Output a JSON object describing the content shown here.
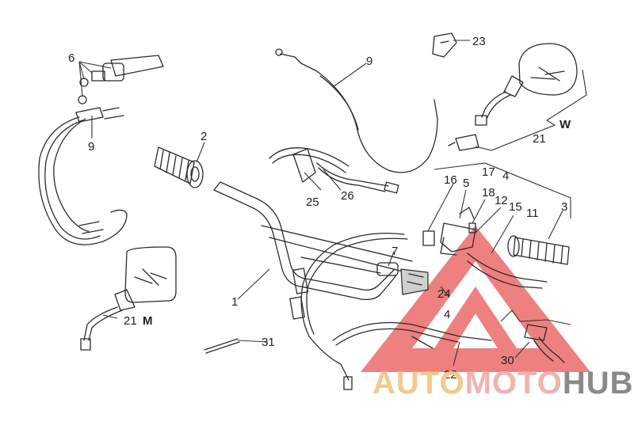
{
  "callouts": {
    "c1": "1",
    "c2": "2",
    "c3": "3",
    "c4a": "4",
    "c4b": "4",
    "c5": "5",
    "c6": "6",
    "c7": "7",
    "c9a": "9",
    "c9b": "9",
    "c11": "11",
    "c12": "12",
    "c15": "15",
    "c16": "16",
    "c17": "17",
    "c18": "18",
    "c21a": "21",
    "c21b": "21",
    "c22": "22",
    "c23": "23",
    "c24": "24",
    "c25": "25",
    "c26": "26",
    "c30": "30",
    "c31": "31"
  },
  "variants": {
    "w": "W",
    "m": "M"
  },
  "watermark": {
    "part1": "AUTO",
    "part2": "MOTO",
    "part3": "HUB",
    "color1": "#f4c98e",
    "color2": "#f0b3b0",
    "color3": "#8a8a8a",
    "logo_color": "#e8393a"
  },
  "colors": {
    "line": "#2a2a2a",
    "background": "#ffffff"
  }
}
